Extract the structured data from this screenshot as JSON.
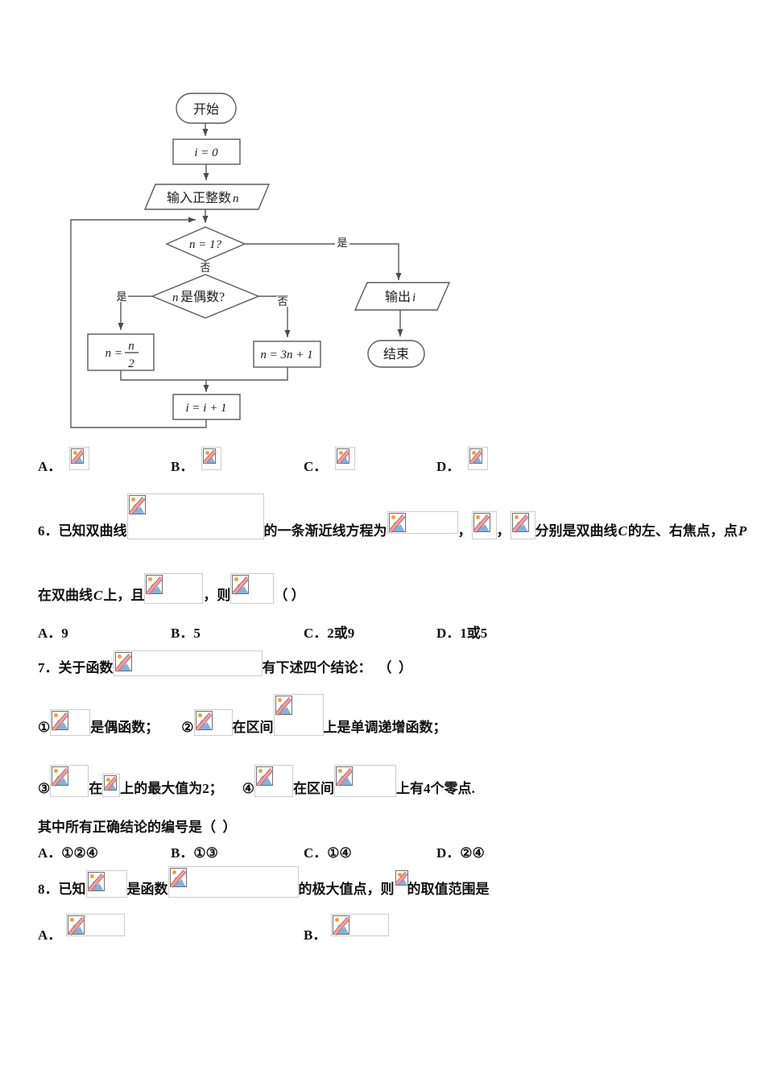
{
  "colors": {
    "page_bg": "#ffffff",
    "text": "#111111",
    "flowchart_stroke": "#5a5a5a",
    "placeholder_border": "#cccccc",
    "icon_border": "#6f6f6f",
    "icon_sun": "#f2a13c",
    "icon_mountain": "#7fb2e0",
    "icon_slash": "#e8a5a5"
  },
  "flowchart": {
    "start": "开始",
    "init": "i = 0",
    "input_prefix": "输入正整数",
    "input_var": "n",
    "cond1": "n = 1?",
    "cond1_yes": "是",
    "cond1_no": "否",
    "cond2_var": "n",
    "cond2_text": "是偶数?",
    "cond2_yes": "是",
    "cond2_no": "否",
    "half_lhs": "n =",
    "half_numerator": "n",
    "half_denominator": "2",
    "triple": "n = 3n + 1",
    "increment": "i = i + 1",
    "output_prefix": "输出",
    "output_var": "i",
    "end": "结束"
  },
  "q5_options": [
    {
      "label": "A．"
    },
    {
      "label": "B．"
    },
    {
      "label": "C．"
    },
    {
      "label": "D．"
    }
  ],
  "q6": {
    "number": "6．",
    "lead": "已知双曲线",
    "after_box1": "的一条渐近线方程为",
    "comma1": "，",
    "comma2": "，",
    "after_icons": "分别是双曲线",
    "var_c1": "C",
    "mid": "的左、右焦点，点",
    "var_p": "P",
    "line2_a": "在双曲线",
    "var_c2": "C",
    "line2_b": "上，且",
    "line2_c": "，则",
    "paren": "（ ）",
    "options": [
      {
        "label": "A．",
        "value": "9"
      },
      {
        "label": "B．",
        "value": "5"
      },
      {
        "label": "C．",
        "value": "2或9"
      },
      {
        "label": "D．",
        "value": "1或5"
      }
    ]
  },
  "q7": {
    "number": "7．",
    "lead": "关于函数",
    "after_box": "有下述四个结论：",
    "paren": "（  ）",
    "item1_marker": "①",
    "item1_text": "是偶函数；",
    "item2_marker": "②",
    "item2_a": "在区间",
    "item2_b": "上是单调递增函数；",
    "item3_marker": "③",
    "item3_a": "在",
    "item3_b": "上的最大值为2；",
    "item4_marker": "④",
    "item4_a": "在区间",
    "item4_b": "上有4个零点.",
    "conclusion": "其中所有正确结论的编号是（  ）",
    "options": [
      {
        "label": "A．",
        "value": "①②④"
      },
      {
        "label": "B．",
        "value": "①③"
      },
      {
        "label": "C．",
        "value": "①④"
      },
      {
        "label": "D．",
        "value": "②④"
      }
    ]
  },
  "q8": {
    "number": "8．",
    "lead": "已知",
    "mid1": "是函数",
    "mid2": "的极大值点，则",
    "tail": "的取值范围是",
    "options": [
      {
        "label": "A．"
      },
      {
        "label": "B．"
      }
    ]
  }
}
